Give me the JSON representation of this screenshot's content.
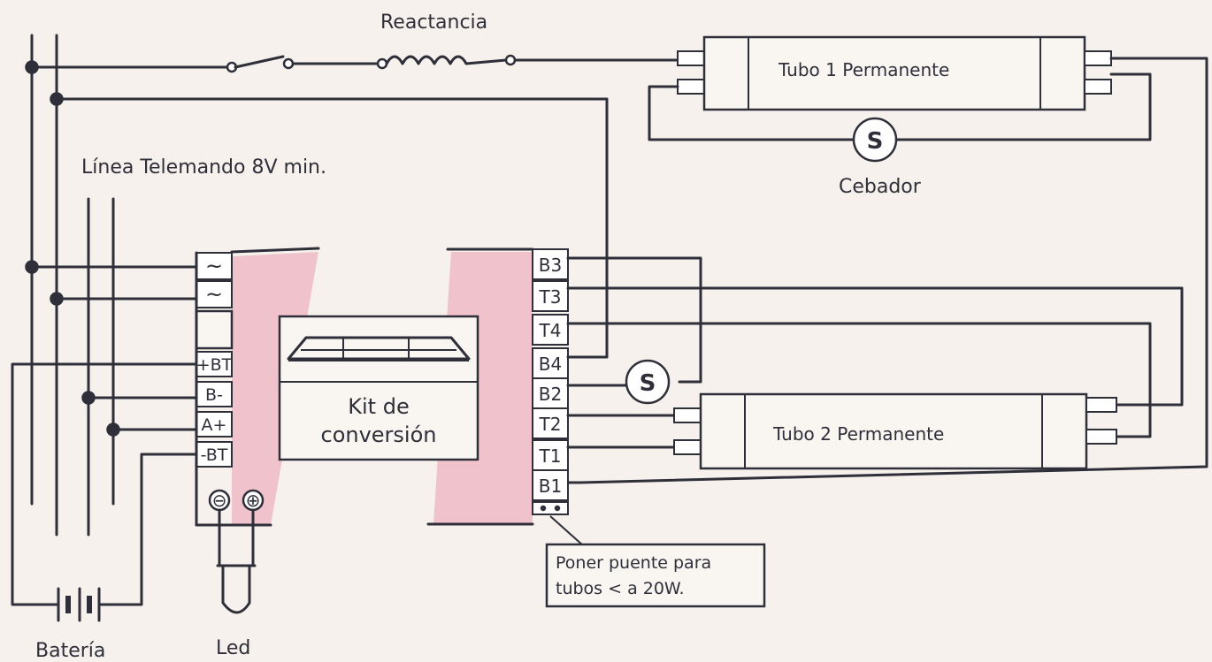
{
  "labels": {
    "reactancia": "Reactancia",
    "tubo1": "Tubo 1 Permanente",
    "tubo2": "Tubo 2 Permanente",
    "cebador": "Cebador",
    "linea": "Línea Telemando 8V min.",
    "kit_line1": "Kit de",
    "kit_line2": "conversión",
    "bateria": "Batería",
    "led": "Led",
    "note_line1": "Poner puente para",
    "note_line2": "tubos < a 20W."
  },
  "starter_symbol": "S",
  "left_terminals": {
    "ac1": "~",
    "ac2": "~",
    "bt_pos": "+BT",
    "b_neg": "B-",
    "a_pos": "A+",
    "bt_neg": "-BT"
  },
  "led_terminals": {
    "neg": "⊖",
    "pos": "⊕"
  },
  "right_terminals": [
    "B3",
    "T3",
    "T4",
    "B4",
    "B2",
    "T2",
    "T1",
    "B1"
  ],
  "colors": {
    "ink": "#2f2f3a",
    "pink": "#f0c3cc",
    "paper": "#f6f1ec"
  }
}
